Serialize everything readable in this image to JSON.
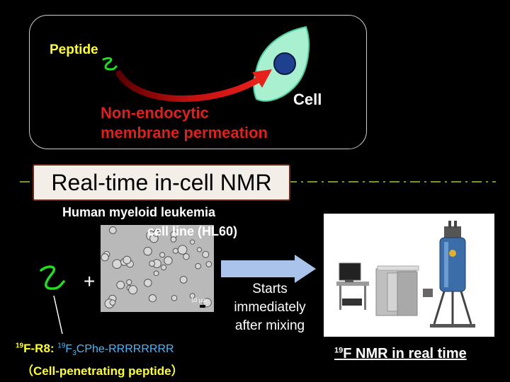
{
  "top_panel": {
    "peptide_label": "Peptide",
    "cell_label": "Cell",
    "permeation_line1": "Non-endocytic",
    "permeation_line2": "membrane permeation"
  },
  "banner": {
    "title": "Real-time in-cell NMR"
  },
  "cells": {
    "line1": "Human myeloid leukemia",
    "line2": "cell line (HL60)",
    "scale_bar": "10 µm"
  },
  "mix": {
    "plus": "+"
  },
  "arrow_caption": {
    "line1": "Starts",
    "line2": "immediately",
    "line3": "after mixing"
  },
  "peptide_info": {
    "name_sup": "19",
    "name": "F-R8",
    "sep": ": ",
    "seq_sup": "19",
    "seq_a": "F",
    "seq_sub": "3",
    "seq_b": "CPhe-RRRRRRRR",
    "note": "（Cell-penetrating peptide）"
  },
  "nmr": {
    "caption_sup": "19",
    "caption": "F NMR in real time"
  },
  "colors": {
    "background": "#000000",
    "peptide_yellow": "#ffff33",
    "peptide_green": "#22dd22",
    "permeation_red": "#e0201e",
    "cell_fill": "#a8f0d0",
    "nucleus": "#1f3f8f",
    "arrow_blue": "#a9c3ea",
    "sequence_blue": "#4db8ff"
  }
}
